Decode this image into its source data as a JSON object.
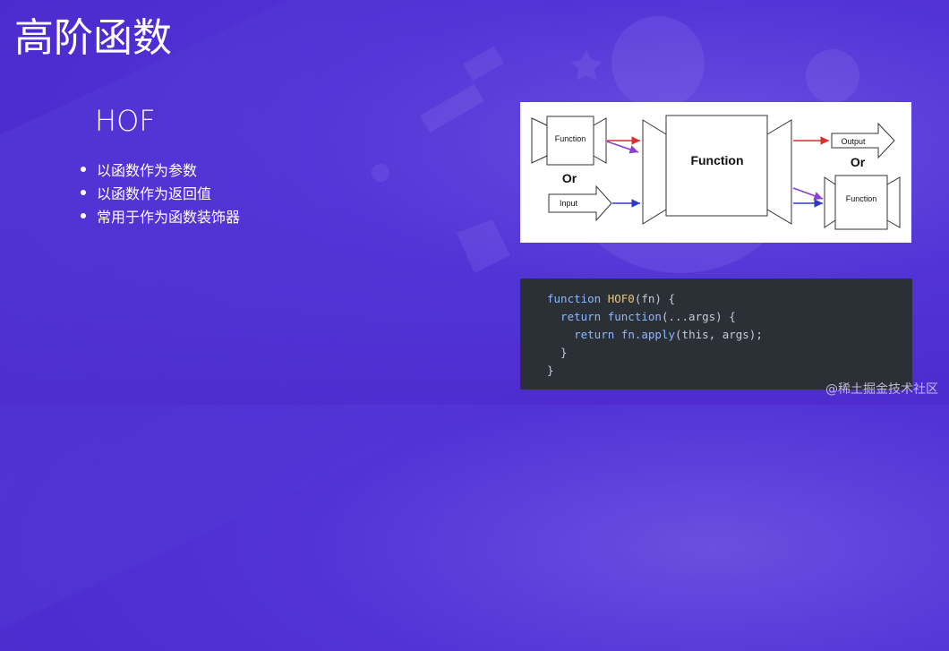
{
  "slide": {
    "title": "高阶函数",
    "subtitle": "HOF",
    "bullets": [
      "以函数作为参数",
      "以函数作为返回值",
      "常用于作为函数装饰器"
    ]
  },
  "diagram": {
    "left_top_label": "Function",
    "or_left": "Or",
    "left_bottom_label": "Input",
    "center_label": "Function",
    "right_top_label": "Output",
    "or_right": "Or",
    "right_bottom_label": "Function"
  },
  "code": {
    "lines": [
      [
        "function ",
        "HOF0",
        "(fn) {"
      ],
      [
        "  return ",
        "function",
        "(...args) {"
      ],
      [
        "    return ",
        "fn.apply",
        "(this, args);"
      ],
      [
        "  }",
        "",
        ""
      ],
      [
        "}",
        "",
        ""
      ]
    ]
  },
  "watermark": "@稀土掘金技术社区",
  "colors": {
    "bg": "#4a26c9",
    "code_bg": "#2b2f36",
    "arrow_red": "#d9302c",
    "arrow_purple": "#8a3fd1",
    "arrow_blue": "#2e3ac4"
  }
}
